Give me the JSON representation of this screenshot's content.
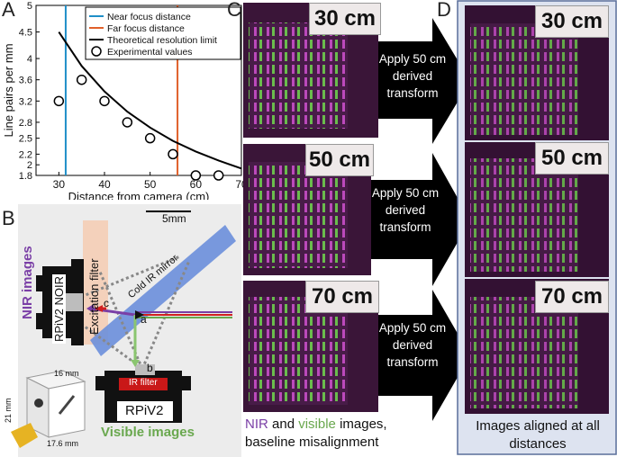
{
  "panels": {
    "a": "A",
    "b": "B",
    "c": "C",
    "d": "D"
  },
  "chart_data": {
    "type": "line",
    "xlabel": "Distance from camera (cm)",
    "ylabel": "Line pairs per mm",
    "xlim": [
      25,
      70
    ],
    "ylim": [
      1.8,
      5
    ],
    "x_ticks": [
      "30",
      "40",
      "50",
      "60",
      "70"
    ],
    "y_ticks": [
      "1.8",
      "2",
      "2.2",
      "2.5",
      "2.8",
      "3.2",
      "3.6",
      "4",
      "4.5",
      "5"
    ],
    "series": [
      {
        "name": "Near focus distance",
        "color": "#1f8fc8",
        "x": [
          31.5,
          31.5
        ],
        "y": [
          1.8,
          5
        ]
      },
      {
        "name": "Far focus distance",
        "color": "#e0602a",
        "x": [
          56,
          56
        ],
        "y": [
          1.8,
          5
        ]
      },
      {
        "name": "Theoretical resolution limit",
        "color": "#000000",
        "x": [
          30,
          35,
          40,
          45,
          50,
          55,
          60,
          65,
          70
        ],
        "y": [
          4.5,
          3.86,
          3.38,
          3.0,
          2.7,
          2.45,
          2.25,
          2.08,
          1.93
        ]
      },
      {
        "name": "Experimental values",
        "color": "#000000",
        "x": [
          30,
          35,
          40,
          45,
          50,
          55,
          60,
          65
        ],
        "y": [
          3.2,
          3.6,
          3.2,
          2.8,
          2.5,
          2.2,
          1.8,
          1.8
        ]
      }
    ],
    "grid": false,
    "legend": "top-right"
  },
  "diagram": {
    "scale_bar": "5mm",
    "nir_images": "NIR images",
    "camera_nir": "RPiV2 NOIR",
    "excitation_filter": "Excitation filter",
    "cold_mirror": "Cold IR mirror",
    "point_a": "a",
    "point_b": "b",
    "point_c": "c",
    "ir_filter": "IR filter",
    "camera_visible": "RPiV2",
    "visible_images": "Visible images",
    "dim_16": "16 mm",
    "dim_21": "21 mm",
    "dim_176": "17.6 mm"
  },
  "section_c": {
    "distances": [
      "30 cm",
      "50 cm",
      "70 cm"
    ],
    "transform_label": "Apply 50 cm derived transform",
    "caption_nir": "NIR",
    "caption_and": " and ",
    "caption_visible": "visible",
    "caption_rest": " images,",
    "caption_line2": "baseline misalignment"
  },
  "section_d": {
    "distances": [
      "30 cm",
      "50 cm",
      "70 cm"
    ],
    "caption": "Images aligned at all distances"
  },
  "colors": {
    "nir": "#7a3fa6",
    "visible": "#6aa84f",
    "panel_d_bg": "#dde3f0",
    "mirror": "#5b7ed6",
    "filter": "#f4c7a9"
  }
}
